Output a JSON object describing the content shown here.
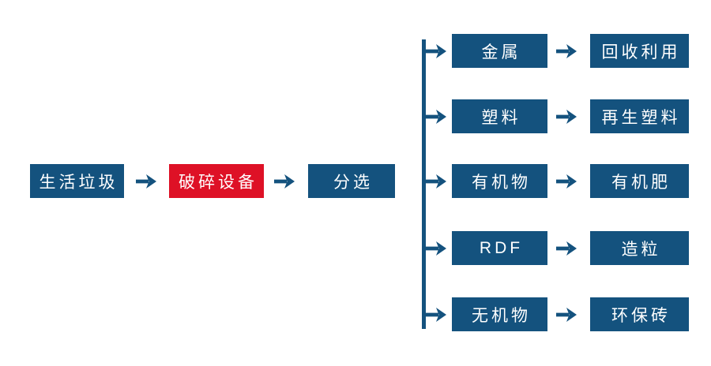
{
  "colors": {
    "blue": "#14527E",
    "red": "#DE1126",
    "text": "#FFFFFF",
    "background": "#FFFFFF"
  },
  "main_flow": {
    "nodes": [
      {
        "label": "生活垃圾",
        "variant": "blue"
      },
      {
        "label": "破碎设备",
        "variant": "red"
      },
      {
        "label": "分选",
        "variant": "blue"
      }
    ]
  },
  "branches": [
    {
      "source": "金属",
      "result": "回收利用"
    },
    {
      "source": "塑料",
      "result": "再生塑料"
    },
    {
      "source": "有机物",
      "result": "有机肥"
    },
    {
      "source": "RDF",
      "result": "造粒"
    },
    {
      "source": "无机物",
      "result": "环保砖"
    }
  ]
}
